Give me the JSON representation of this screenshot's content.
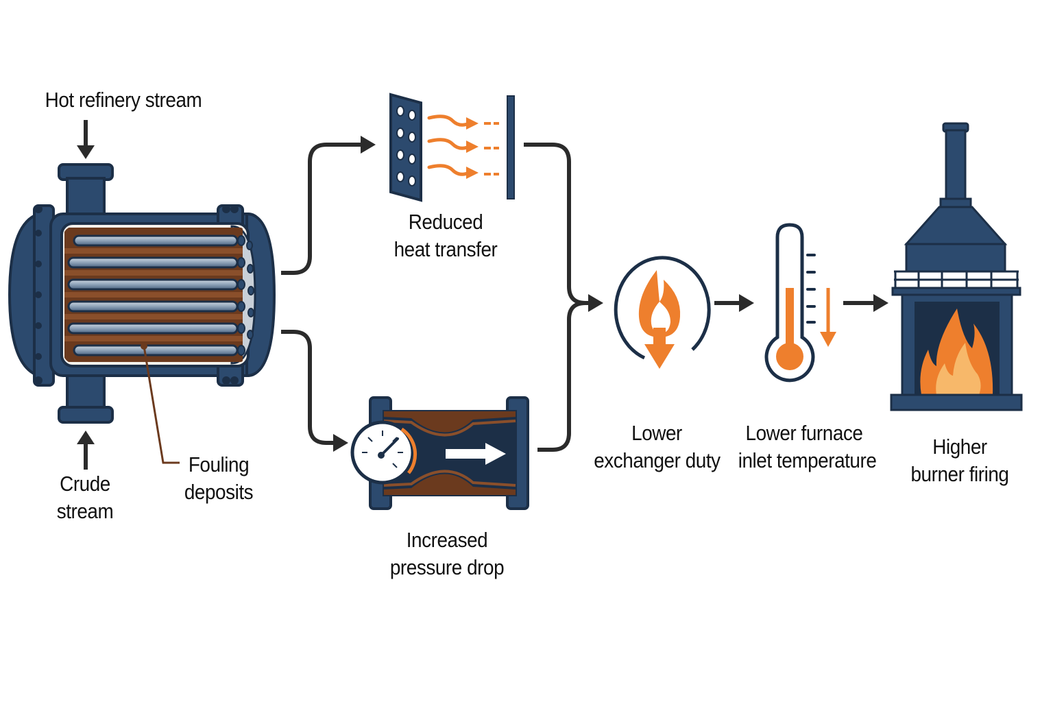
{
  "labels": {
    "hot_stream": "Hot refinery stream",
    "crude_line1": "Crude",
    "crude_line2": "stream",
    "fouling_line1": "Fouling",
    "fouling_line2": "deposits",
    "reduced_line1": "Reduced",
    "reduced_line2": "heat transfer",
    "pressure_line1": "Increased",
    "pressure_line2": "pressure drop",
    "duty_line1": "Lower",
    "duty_line2": "exchanger duty",
    "inlet_line1": "Lower furnace",
    "inlet_line2": "inlet temperature",
    "firing_line1": "Higher",
    "firing_line2": "burner firing"
  },
  "colors": {
    "navy": "#2c4a6e",
    "navy_dark": "#1c2f47",
    "orange": "#ee7f2d",
    "deposit": "#6b3a1e",
    "arrow": "#2b2b2b"
  },
  "icons": {
    "exchanger": "shell-and-tube-heat-exchanger-icon",
    "heat_transfer": "heat-transfer-plate-icon",
    "pressure": "fouled-pipe-pressure-gauge-icon",
    "duty": "flame-down-arrow-icon",
    "thermometer": "thermometer-down-icon",
    "furnace": "fired-furnace-icon"
  }
}
